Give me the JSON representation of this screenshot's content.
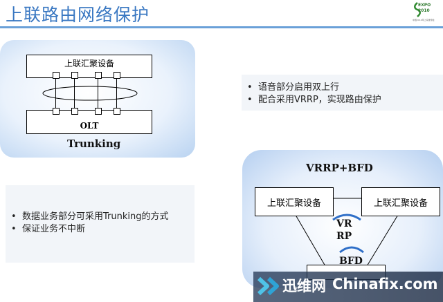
{
  "slide": {
    "title": "上联路由网络保护"
  },
  "logo": {
    "line1": "EXPO",
    "line2": "2010",
    "caption": "中国2010年上海世博会"
  },
  "trunking_diagram": {
    "top_device": "上联汇聚设备",
    "bottom_device": "OLT",
    "label": "Trunking"
  },
  "voice_notes": {
    "items": [
      "语音部分启用双上行",
      "配合采用VRRP，实现路由保护"
    ]
  },
  "data_notes": {
    "items": [
      "数据业务部分可采用Trunking的方式",
      "保证业务不中断"
    ]
  },
  "vrrp_diagram": {
    "title": "VRRP+BFD",
    "left_device": "上联汇聚设备",
    "right_device": "上联汇聚设备",
    "protocol_top_1": "VR",
    "protocol_top_2": "RP",
    "protocol_bottom": "BFD"
  },
  "watermark": {
    "cn": "迅维网",
    "en": "Chinafix.com"
  }
}
